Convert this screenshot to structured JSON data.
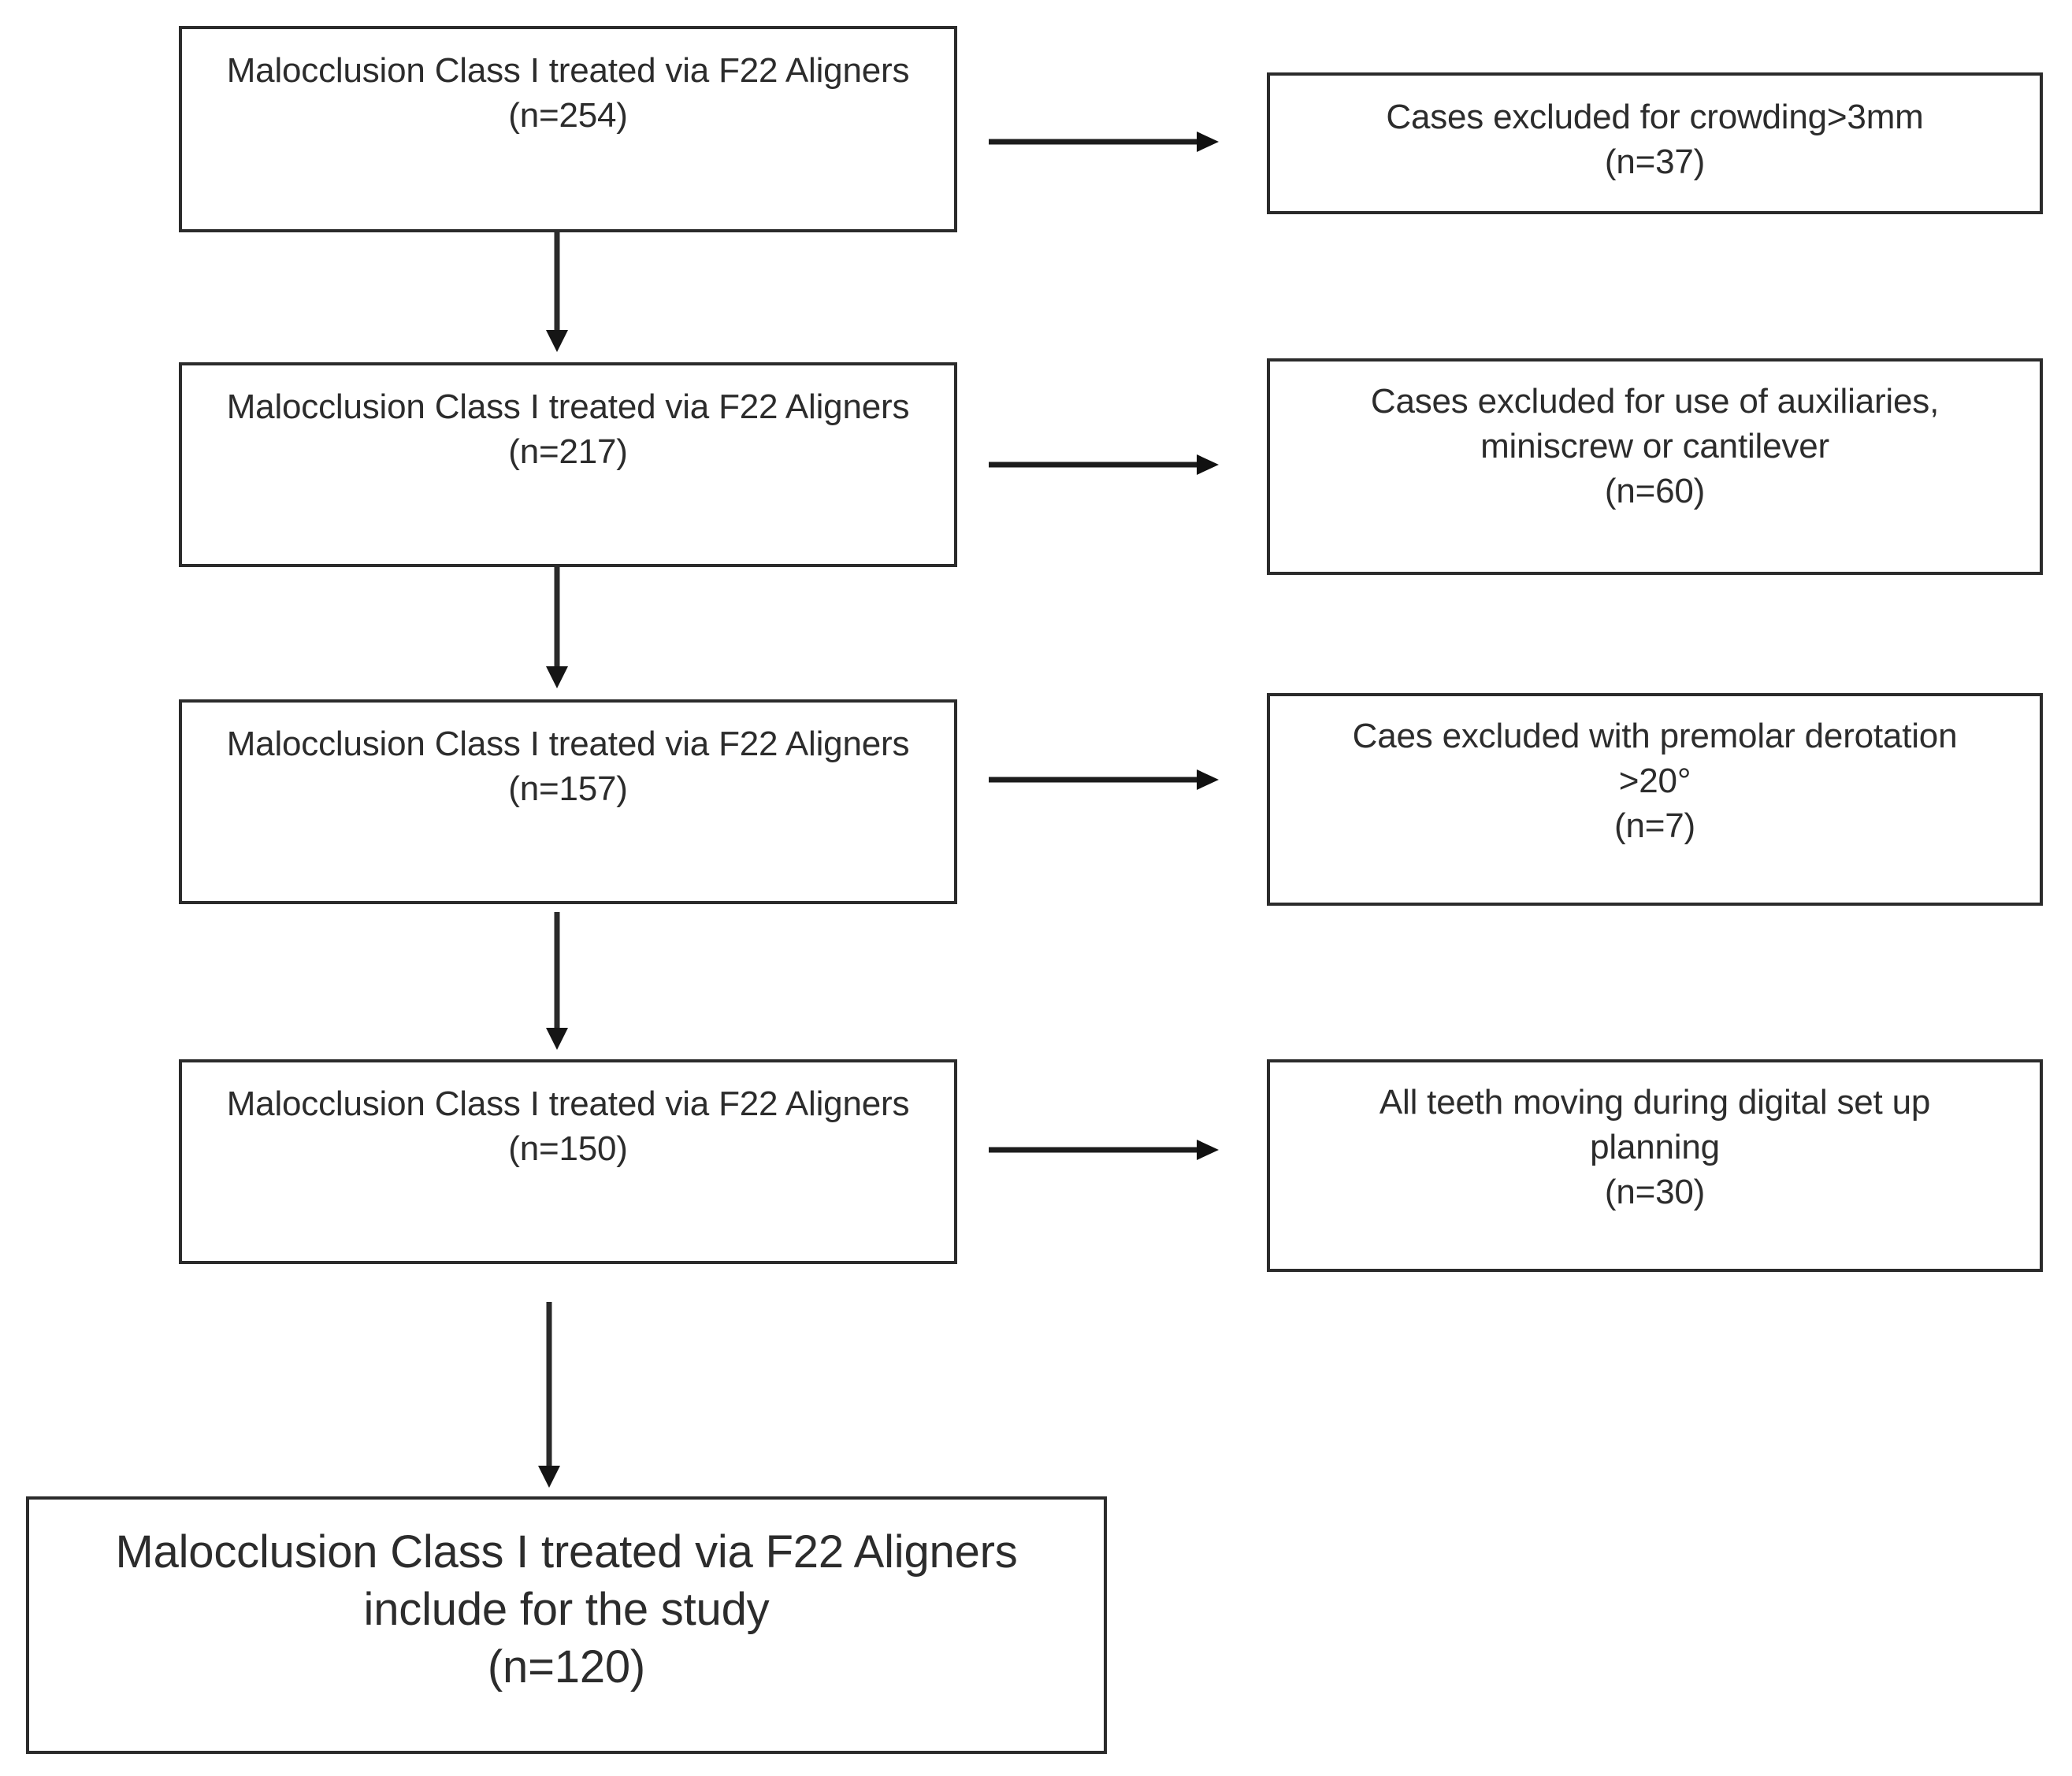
{
  "diagram": {
    "title": "Patient selection flowchart for Malocclusion Class I treated via F22 Aligners",
    "type": "flowchart",
    "orientation": "top-down-with-side-exclusions",
    "colors": {
      "box_border": "#2b2b2b",
      "box_fill": "#ffffff",
      "text": "#2c2c2c",
      "arrow": "#1a1a1a",
      "background": "#ffffff"
    }
  },
  "nodes": {
    "left": [
      {
        "id": "enrolled-254",
        "line1": "Malocclusion Class I treated via F22 Aligners",
        "line2": "(n=254)",
        "text": "Malocclusion Class I treated via F22 Aligners\n(n=254)",
        "n": 254
      },
      {
        "id": "remaining-217",
        "line1": "Malocclusion Class I treated via F22 Aligners",
        "line2": "(n=217)",
        "text": "Malocclusion Class I treated via F22 Aligners\n(n=217)",
        "n": 217
      },
      {
        "id": "remaining-157",
        "line1": "Malocclusion Class I treated via F22 Aligners",
        "line2": "(n=157)",
        "text": "Malocclusion Class I treated via F22 Aligners\n(n=157)",
        "n": 157
      },
      {
        "id": "remaining-150",
        "line1": "Malocclusion Class I treated via F22 Aligners",
        "line2": "(n=150)",
        "text": "Malocclusion Class I treated via F22 Aligners\n(n=150)",
        "n": 150
      }
    ],
    "right": [
      {
        "id": "excluded-crowding",
        "line1": "Cases excluded for crowding>3mm",
        "line2": "(n=37)",
        "text": "Cases excluded for crowding>3mm\n(n=37)",
        "n": 37
      },
      {
        "id": "excluded-auxiliaries",
        "line1": "Cases excluded for use of auxiliaries,",
        "line2": "miniscrew or cantilever",
        "line3": "(n=60)",
        "text": "Cases excluded for use of auxiliaries,\nminiscrew or cantilever\n(n=60)",
        "n": 60
      },
      {
        "id": "excluded-premolar-derotation",
        "line1": "Caes excluded with premolar derotation",
        "line2": ">20°",
        "line3": "(n=7)",
        "text": "Caes excluded with premolar derotation\n>20°\n(n=7)",
        "n": 7
      },
      {
        "id": "excluded-all-teeth-moving",
        "line1": "All teeth moving during digital set up",
        "line2": "planning",
        "line3": "(n=30)",
        "text": "All teeth moving during digital set up\nplanning\n(n=30)",
        "n": 30
      }
    ],
    "final": {
      "id": "included-120",
      "line1": "Malocclusion Class I treated via F22 Aligners",
      "line2": "include for the study",
      "line3": "(n=120)",
      "text": "Malocclusion Class I treated via F22 Aligners\ninclude for the study\n(n=120)",
      "n": 120
    }
  },
  "connectors": {
    "vertical": [
      {
        "id": "v1",
        "from": "enrolled-254",
        "to": "remaining-217",
        "direction": "down"
      },
      {
        "id": "v2",
        "from": "remaining-217",
        "to": "remaining-157",
        "direction": "down"
      },
      {
        "id": "v3",
        "from": "remaining-157",
        "to": "remaining-150",
        "direction": "down"
      },
      {
        "id": "v4",
        "from": "remaining-150",
        "to": "included-120",
        "direction": "down"
      }
    ],
    "horizontal": [
      {
        "id": "h1",
        "from": "enrolled-254",
        "to": "excluded-crowding",
        "direction": "right"
      },
      {
        "id": "h2",
        "from": "remaining-217",
        "to": "excluded-auxiliaries",
        "direction": "right"
      },
      {
        "id": "h3",
        "from": "remaining-157",
        "to": "excluded-premolar-derotation",
        "direction": "right"
      },
      {
        "id": "h4",
        "from": "remaining-150",
        "to": "excluded-all-teeth-moving",
        "direction": "right"
      }
    ]
  }
}
